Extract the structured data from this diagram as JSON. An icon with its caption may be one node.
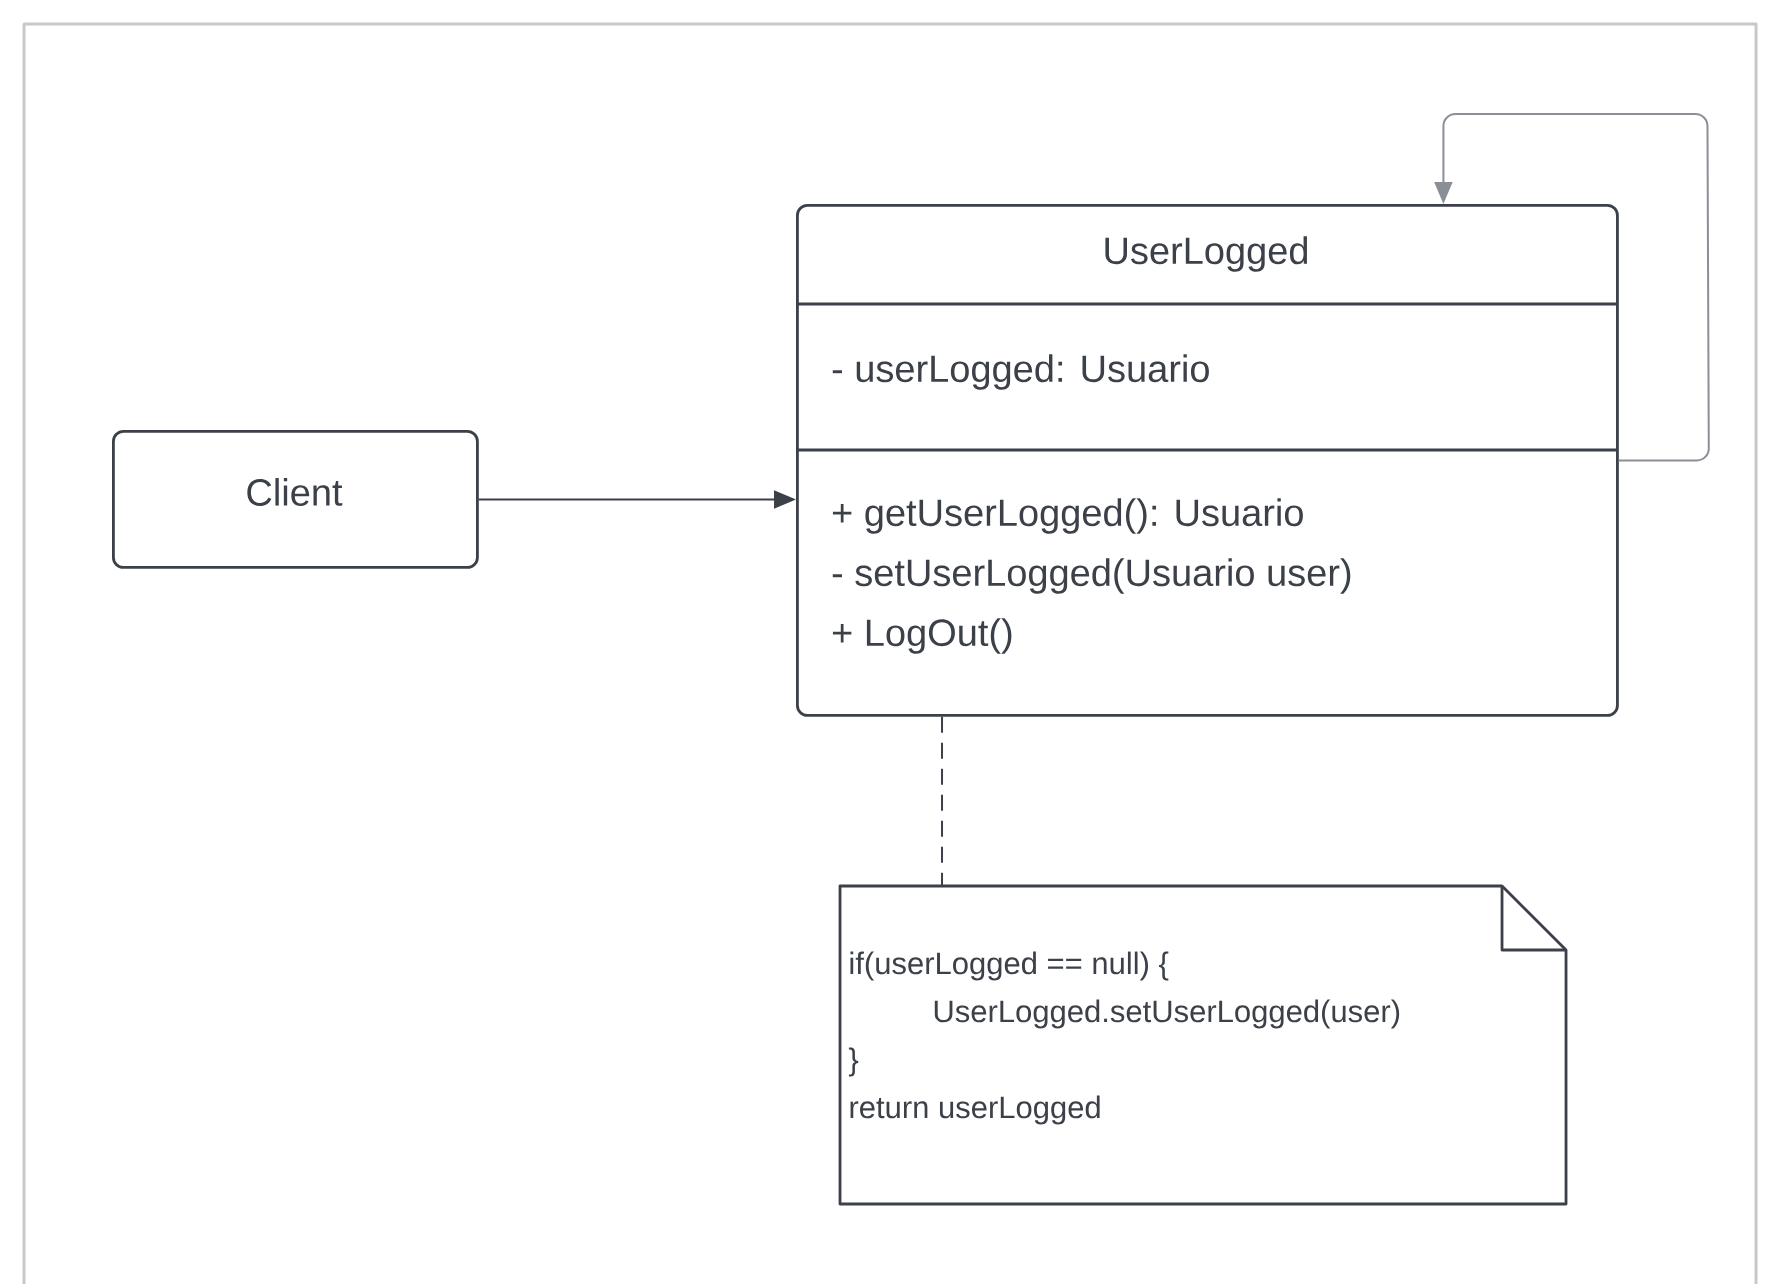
{
  "diagram": {
    "nodes": [
      {
        "text": [
          "Client"
        ]
      },
      {
        "text": [
          "UserLogged",
          "- userLogged: Usuario",
          "+ getUserLogged(): Usuario",
          "- setUserLogged(Usuario user)",
          "+ LogOut()"
        ]
      },
      {
        "text": [
          "if(userLogged == null) {",
          "UserLogged.setUserLogged(user)",
          "}",
          "return userLogged"
        ]
      }
    ],
    "edges": [
      {
        "from": 0,
        "to": 1,
        "arrow": "to"
      },
      {
        "from": 1,
        "to": 1,
        "arrow": "to",
        "color": "#8a8f96"
      },
      {
        "from": 1,
        "to": 2,
        "arrow": "none",
        "style": "dashed"
      }
    ]
  }
}
